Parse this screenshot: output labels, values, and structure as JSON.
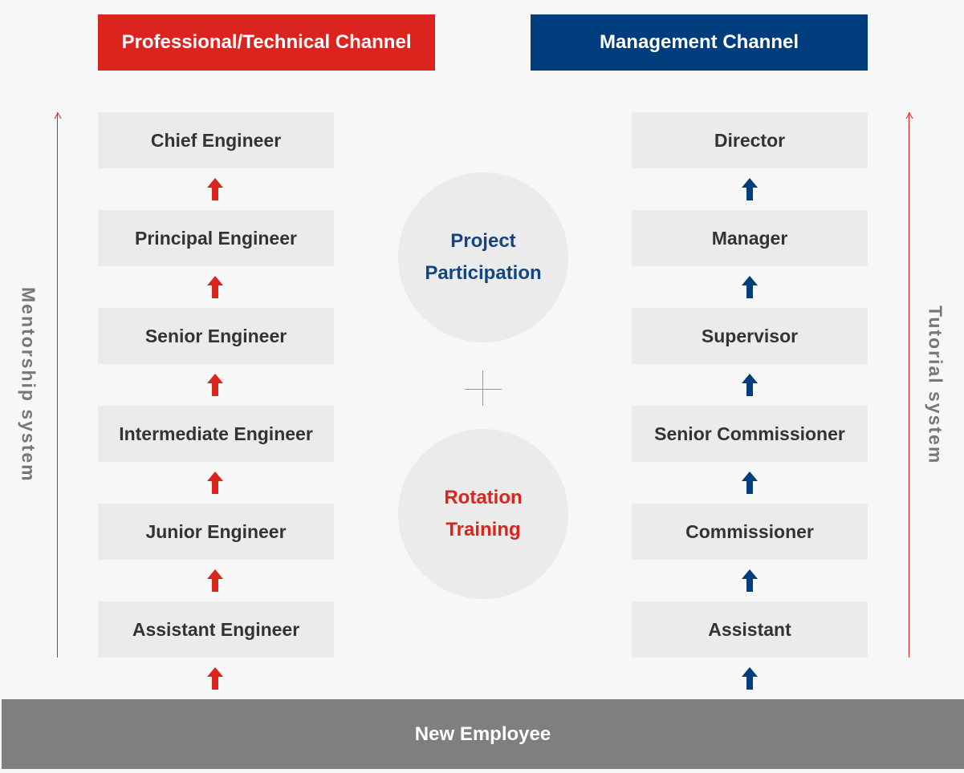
{
  "channels": {
    "left": "Professional/Technical Channel",
    "right": "Management Channel"
  },
  "technical_levels": [
    "Chief Engineer",
    "Principal Engineer",
    "Senior Engineer",
    "Intermediate Engineer",
    "Junior Engineer",
    "Assistant Engineer"
  ],
  "management_levels": [
    "Director",
    "Manager",
    "Supervisor",
    "Senior  Commissioner",
    "Commissioner",
    "Assistant"
  ],
  "center": {
    "project": [
      "Project",
      "Participation"
    ],
    "rotation": [
      "Rotation",
      "Training"
    ]
  },
  "side_labels": {
    "left": "Mentorship system",
    "right": "Tutorial system"
  },
  "footer": "New Employee",
  "colors": {
    "technical": "#dc241f",
    "management": "#003d7c",
    "footer": "#7f7f7f"
  }
}
